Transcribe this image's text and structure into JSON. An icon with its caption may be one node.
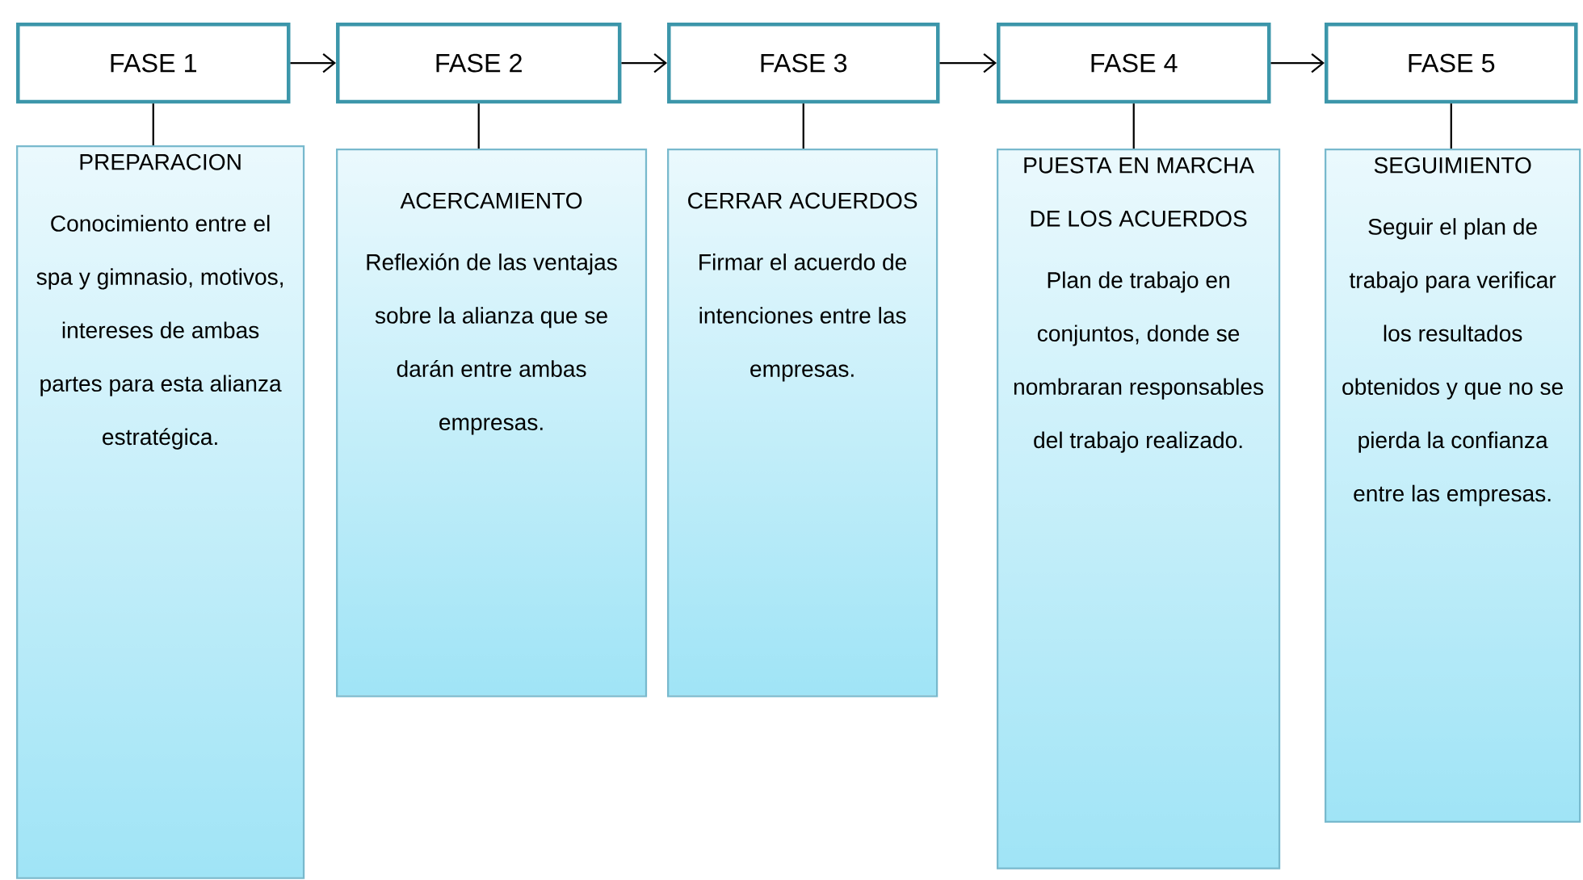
{
  "diagram": {
    "nodes": [
      {
        "text": [
          "FASE 1"
        ]
      },
      {
        "text": [
          "FASE 2"
        ]
      },
      {
        "text": [
          "FASE 3"
        ]
      },
      {
        "text": [
          "FASE 4"
        ]
      },
      {
        "text": [
          "FASE 5"
        ]
      },
      {
        "text": [
          "PREPARACION",
          "Conocimiento entre el spa y gimnasio, motivos, intereses de ambas partes para esta alianza estratégica."
        ]
      },
      {
        "text": [
          "ACERCAMIENTO",
          "Reflexión de las ventajas sobre la alianza que se darán entre ambas empresas."
        ]
      },
      {
        "text": [
          "CERRAR ACUERDOS",
          "Firmar el acuerdo de intenciones entre las empresas."
        ]
      },
      {
        "text": [
          "PUESTA EN MARCHA DE LOS ACUERDOS",
          "Plan de trabajo en conjuntos, donde se nombraran responsables del trabajo realizado."
        ]
      },
      {
        "text": [
          "SEGUIMIENTO",
          "Seguir el plan de trabajo para verificar los resultados obtenidos y que no se pierda la confianza entre las empresas."
        ]
      }
    ],
    "edges": [
      {
        "from": 0,
        "to": 1,
        "arrow": "to"
      },
      {
        "from": 1,
        "to": 2,
        "arrow": "to"
      },
      {
        "from": 2,
        "to": 3,
        "arrow": "to"
      },
      {
        "from": 3,
        "to": 4,
        "arrow": "to"
      },
      {
        "from": 0,
        "to": 5,
        "arrow": "none"
      },
      {
        "from": 1,
        "to": 6,
        "arrow": "none"
      },
      {
        "from": 2,
        "to": 7,
        "arrow": "none"
      },
      {
        "from": 3,
        "to": 8,
        "arrow": "none"
      },
      {
        "from": 4,
        "to": 9,
        "arrow": "none"
      }
    ]
  }
}
